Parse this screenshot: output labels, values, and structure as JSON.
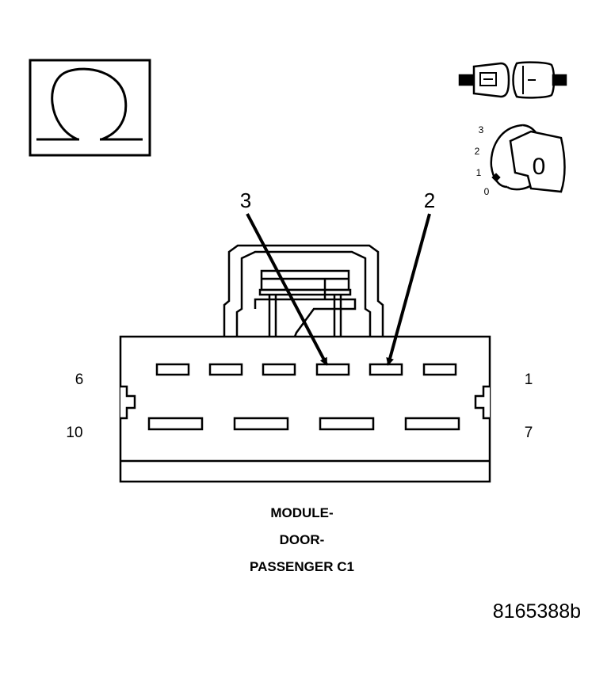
{
  "callouts": {
    "pin_a": "3",
    "pin_b": "2"
  },
  "pin_numbers": {
    "top_left": "6",
    "top_right": "1",
    "bottom_left": "10",
    "bottom_right": "7"
  },
  "ignition_positions": [
    "3",
    "2",
    "1",
    "0"
  ],
  "ignition_key_label": "0",
  "ohmmeter_symbol": "ohm-icon",
  "title_lines": [
    "MODULE-",
    "DOOR-",
    "PASSENGER C1"
  ],
  "figure_number": "8165388b",
  "colors": {
    "ink": "#000000",
    "paper": "#ffffff"
  }
}
